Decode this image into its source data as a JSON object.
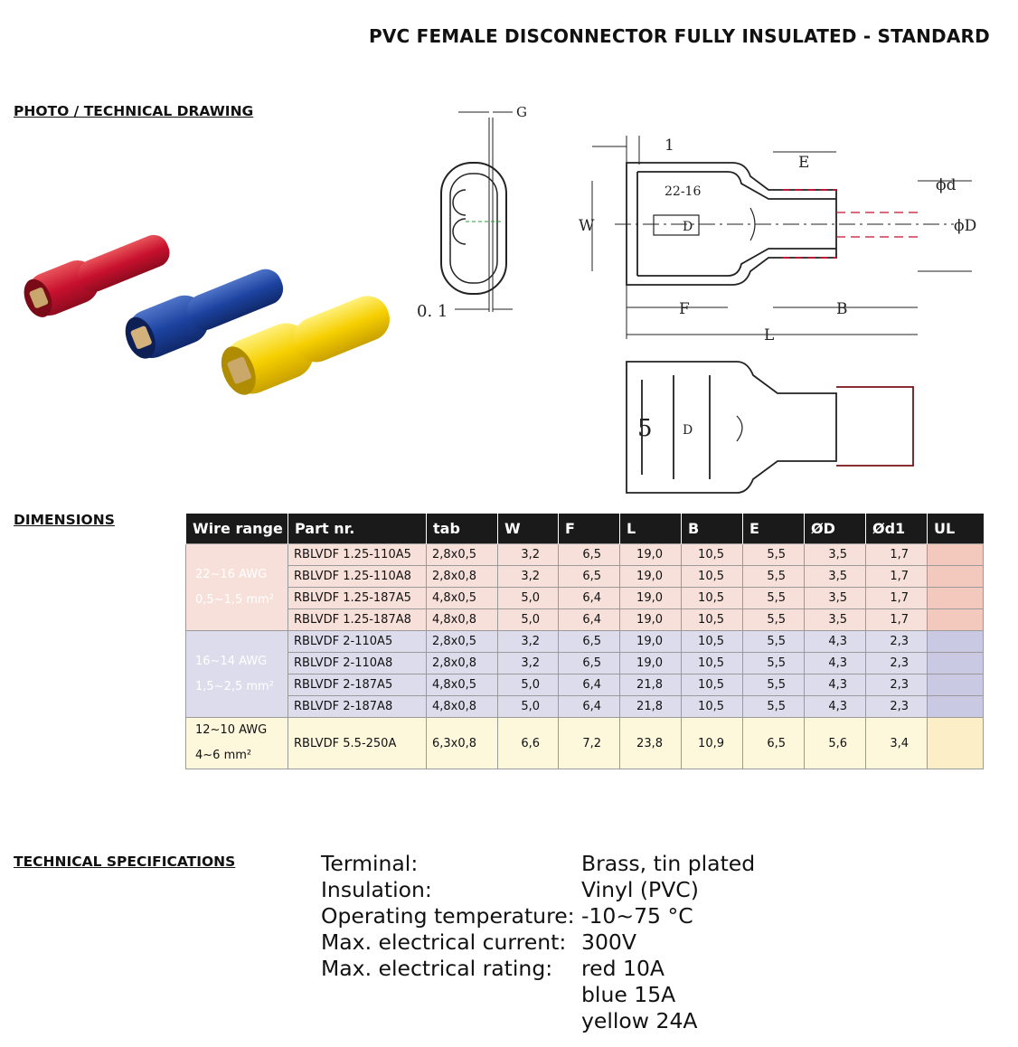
{
  "title": "PVC FEMALE DISCONNECTOR FULLY INSULATED - STANDARD",
  "sections": {
    "photo": "PHOTO / TECHNICAL DRAWING",
    "dimensions": "DIMENSIONS",
    "specs": "TECHNICAL SPECIFICATIONS"
  },
  "drawing": {
    "labels": {
      "G": "G",
      "one": "1",
      "E": "E",
      "d": "ϕd",
      "D": "ϕD",
      "W": "W",
      "point_one": "0. 1",
      "F": "F",
      "B": "B",
      "L": "L",
      "gauge": "22-16",
      "five": "5",
      "Dmark": "D"
    }
  },
  "table": {
    "headers": [
      "Wire range",
      "Part nr.",
      "tab",
      "W",
      "F",
      "L",
      "B",
      "E",
      "ØD",
      "Ød1",
      "UL"
    ],
    "groups": [
      {
        "awg": "22~16 AWG",
        "mm": "0,5~1,5 mm²",
        "color": "red",
        "rows": [
          [
            "RBLVDF 1.25-110A5",
            "2,8x0,5",
            "3,2",
            "6,5",
            "19,0",
            "10,5",
            "5,5",
            "3,5",
            "1,7"
          ],
          [
            "RBLVDF 1.25-110A8",
            "2,8x0,8",
            "3,2",
            "6,5",
            "19,0",
            "10,5",
            "5,5",
            "3,5",
            "1,7"
          ],
          [
            "RBLVDF 1.25-187A5",
            "4,8x0,5",
            "5,0",
            "6,4",
            "19,0",
            "10,5",
            "5,5",
            "3,5",
            "1,7"
          ],
          [
            "RBLVDF 1.25-187A8",
            "4,8x0,8",
            "5,0",
            "6,4",
            "19,0",
            "10,5",
            "5,5",
            "3,5",
            "1,7"
          ]
        ]
      },
      {
        "awg": "16~14 AWG",
        "mm": "1,5~2,5 mm²",
        "color": "blue",
        "rows": [
          [
            "RBLVDF 2-110A5",
            "2,8x0,5",
            "3,2",
            "6,5",
            "19,0",
            "10,5",
            "5,5",
            "4,3",
            "2,3"
          ],
          [
            "RBLVDF 2-110A8",
            "2,8x0,8",
            "3,2",
            "6,5",
            "19,0",
            "10,5",
            "5,5",
            "4,3",
            "2,3"
          ],
          [
            "RBLVDF 2-187A5",
            "4,8x0,5",
            "5,0",
            "6,4",
            "21,8",
            "10,5",
            "5,5",
            "4,3",
            "2,3"
          ],
          [
            "RBLVDF 2-187A8",
            "4,8x0,8",
            "5,0",
            "6,4",
            "21,8",
            "10,5",
            "5,5",
            "4,3",
            "2,3"
          ]
        ]
      },
      {
        "awg": "12~10 AWG",
        "mm": "4~6 mm²",
        "color": "yellow",
        "rows": [
          [
            "RBLVDF 5.5-250A",
            "6,3x0,8",
            "6,6",
            "7,2",
            "23,8",
            "10,9",
            "6,5",
            "5,6",
            "3,4"
          ]
        ]
      }
    ]
  },
  "specs": {
    "labels": [
      "Terminal:",
      "Insulation:",
      "Operating temperature:",
      "Max. electrical current:",
      "Max. electrical rating:"
    ],
    "values": [
      "Brass, tin plated",
      "Vinyl (PVC)",
      "-10~75 °C",
      "300V",
      "red 10A",
      "blue 15A",
      "yellow 24A"
    ]
  }
}
